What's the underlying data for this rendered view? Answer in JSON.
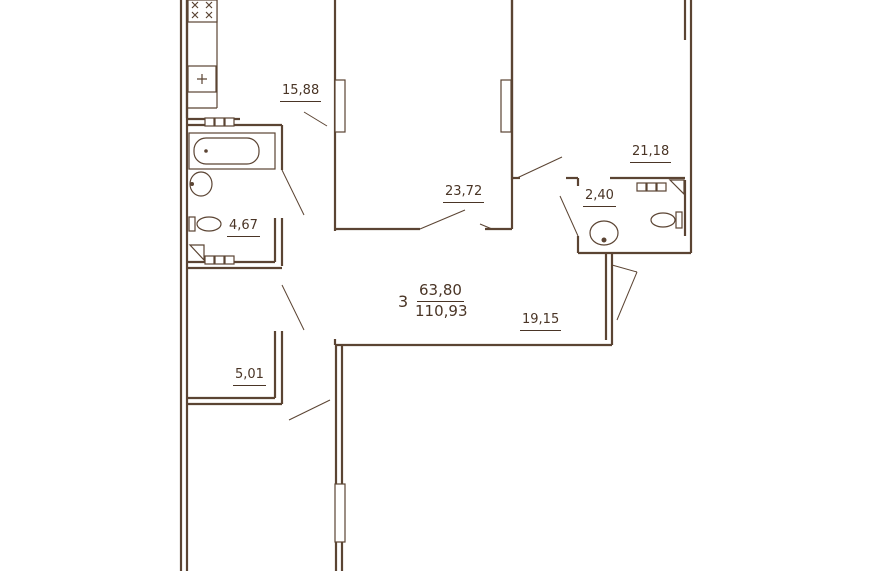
{
  "apartment": {
    "rooms": "3",
    "living_area": "63,80",
    "total_area": "110,93"
  },
  "rooms": [
    {
      "id": "room-a",
      "area": "15,88"
    },
    {
      "id": "room-b",
      "area": "23,72"
    },
    {
      "id": "room-c",
      "area": "21,18"
    },
    {
      "id": "room-d",
      "area": "2,40"
    },
    {
      "id": "room-e",
      "area": "4,67"
    },
    {
      "id": "room-f",
      "area": "19,15"
    },
    {
      "id": "room-g",
      "area": "5,01"
    }
  ],
  "colors": {
    "line": "#5b4433",
    "text": "#4a3526",
    "background": "#ffffff"
  }
}
